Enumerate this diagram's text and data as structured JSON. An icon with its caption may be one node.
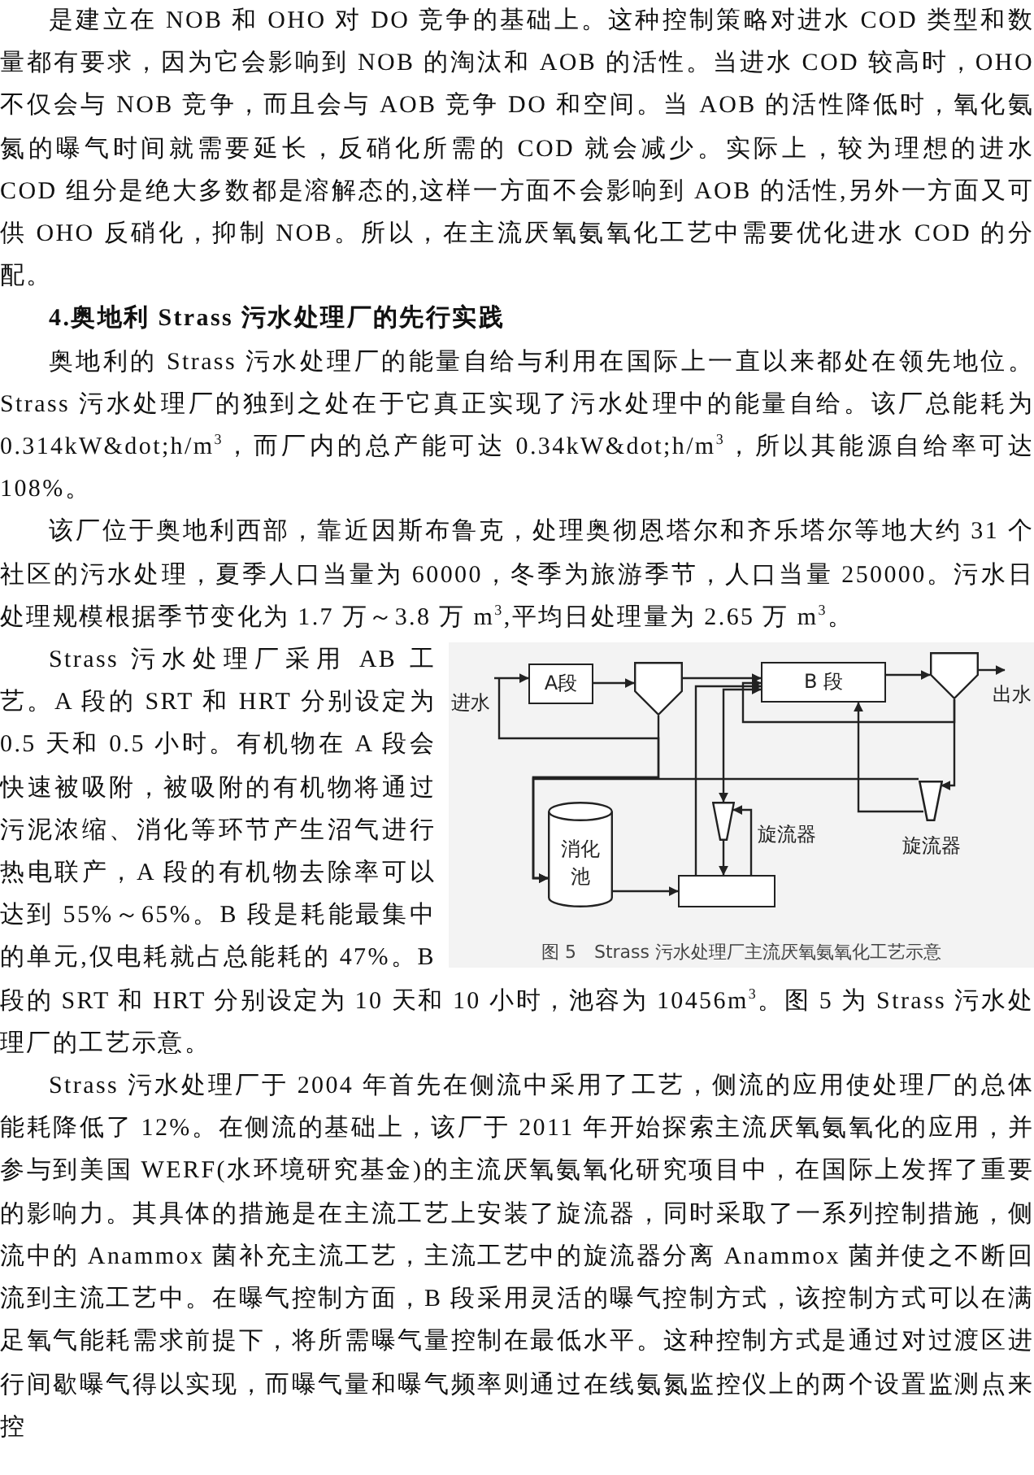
{
  "diagram": {
    "caption": "图 5　Strass 污水处理厂主流厌氧氨氧化工艺示意",
    "nodes": [
      {
        "text": [
          "进水"
        ]
      },
      {
        "text": [
          "A段"
        ]
      },
      {
        "text": [],
        "shape": "tank"
      },
      {
        "text": [
          "B 段"
        ]
      },
      {
        "text": [],
        "shape": "tank"
      },
      {
        "text": [
          "出水"
        ]
      },
      {
        "text": [
          "消化池"
        ]
      },
      {
        "text": [],
        "shape": "box"
      },
      {
        "text": [],
        "shape": "cone",
        "beside": [
          "旋流器"
        ]
      },
      {
        "text": [],
        "shape": "cone",
        "beside": [
          "旋流器"
        ]
      }
    ],
    "edges": [
      {
        "from": 0,
        "to": 1,
        "arrow": "to"
      },
      {
        "from": 1,
        "to": 2,
        "arrow": "to"
      },
      {
        "from": 2,
        "to": 3,
        "arrow": "to"
      },
      {
        "from": 3,
        "to": 4,
        "arrow": "to"
      },
      {
        "from": 4,
        "to": 5,
        "arrow": "to"
      },
      {
        "from": 0,
        "to": 6,
        "arrow": "to"
      },
      {
        "from": 2,
        "to": 6,
        "arrow": "to"
      },
      {
        "from": 4,
        "to": 3,
        "arrow": "to"
      },
      {
        "from": 4,
        "to": 9,
        "arrow": "to"
      },
      {
        "from": 9,
        "to": 3,
        "arrow": "to"
      },
      {
        "from": 9,
        "to": 6,
        "arrow": "to"
      },
      {
        "from": 6,
        "to": 7,
        "arrow": "to"
      },
      {
        "from": 7,
        "to": 3,
        "arrow": "to"
      },
      {
        "from": 8,
        "to": 3,
        "arrow": "both"
      },
      {
        "from": 8,
        "to": 7,
        "arrow": "to"
      },
      {
        "from": 7,
        "to": 8,
        "arrow": "to"
      }
    ],
    "labels": [
      "是建立在 NOB 和 OHO 对 DO 竞争的基础上。这种控制策略对进水 COD 类型和数量都有要求，因为它会影响到 NOB 的淘汰和 AOB 的活性。当进水 COD 较高时，OHO 不仅会与 NOB 竞争，而且会与 AOB 竞争 DO 和空间。当 AOB 的活性降低时，氧化氨氮的曝气时间就需要延长，反硝化所需的 COD 就会减少。实际上，较为理想的进水 COD 组分是绝大多数都是溶解态的,这样一方面不会影响到 AOB 的活性,另外一方面又可供 OHO 反硝化，抑制 NOB。所以，在主流厌氧氨氧化工艺中需要优化进水 COD 的分配。",
      "4.奥地利 Strass 污水处理厂的先行实践",
      "奥地利的 Strass 污水处理厂的能量自给与利用在国际上一直以来都处在领先地位。Strass 污水处理厂的独到之处在于它真正实现了污水处理中的能量自给。该厂总能耗为 0.314kW&dot;h/m$^{3}$，而厂内的总产能可达 0.34kW&dot;h/m$^{3}$，所以其能源自给率可达 108%。",
      "该厂位于奥地利西部，靠近因斯布鲁克，处理奥彻恩塔尔和齐乐塔尔等地大约 31 个社区的污水处理，夏季人口当量为 60000，冬季为旅游季节，人口当量 250000。污水日处理规模根据季节变化为 1.7 万～3.8 万 m$^{3}$,平均日处理量为 2.65 万 m$^{3}$。",
      "Strass 污水处理厂采用 AB 工艺。A 段的 SRT 和 HRT 分别设定为 0.5 天和 0.5 小时。有机物在 A 段会快速被吸附，被吸附的有机物将通过污泥浓缩、消化等环节产生沼气进行热电联产，A 段的有机物去除率可以达到 55%～65%。B 段是耗能最集中的单元,仅电耗就占总能耗的 47%。B 段的 SRT 和 HRT 分别设定为 10 天和 10 小时，池容为 10456m$^{3}$。图 5 为 Strass 污水处理厂的工艺示意。",
      "Strass 污水处理厂于 2004 年首先在侧流中采用了工艺，侧流的应用使处理厂的总体能耗降低了 12%。在侧流的基础上，该厂于 2011 年开始探索主流厌氧氨氧化的应用，并参与到美国 WERF(水环境研究基金)的主流厌氧氨氧化研究项目中，在国际上发挥了重要的影响力。其具体的措施是在主流工艺上安装了旋流器，同时采取了一系列控制措施，侧流中的 Anammox 菌补充主流工艺，主流工艺中的旋流器分离 Anammox 菌并使之不断回流到主流工艺中。在曝气控制方面，B 段采用灵活的曝气控制方式，该控制方式可以在满足氧气能耗需求前提下，将所需曝气量控制在最低水平。这种控制方式是通过对过渡区进行间歇曝气得以实现，而曝气量和曝气频率则通过在线氨氮监控仪上的两个设置监测点来控"
    ]
  }
}
